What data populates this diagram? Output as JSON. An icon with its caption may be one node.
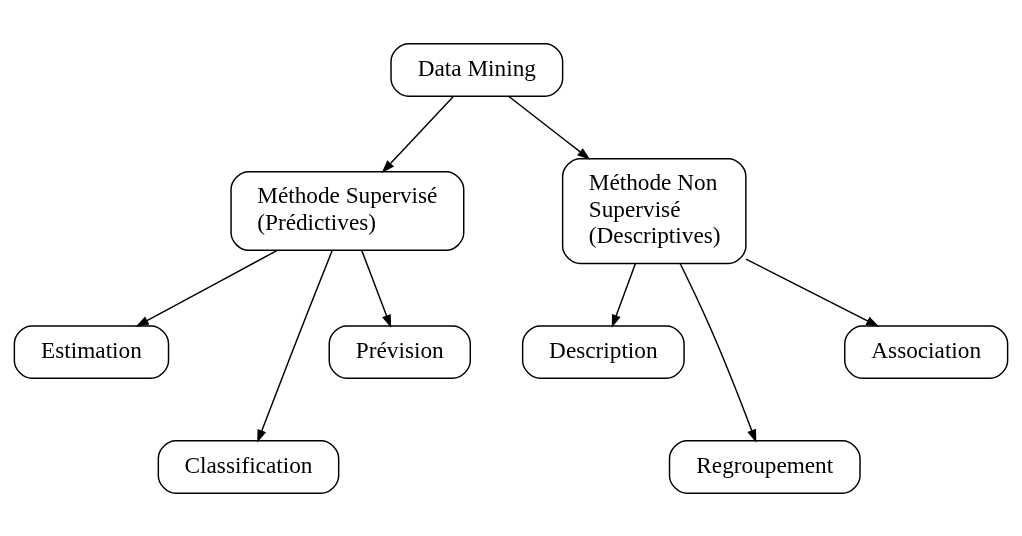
{
  "diagram": {
    "nodes": [
      {
        "text": [
          "Data Mining"
        ]
      },
      {
        "text": [
          "Méthode Supervisé (Prédictives)"
        ]
      },
      {
        "text": [
          "Méthode Non Supervisé (Descriptives)"
        ]
      },
      {
        "text": [
          "Estimation"
        ]
      },
      {
        "text": [
          "Classification"
        ]
      },
      {
        "text": [
          "Prévision"
        ]
      },
      {
        "text": [
          "Description"
        ]
      },
      {
        "text": [
          "Regroupement"
        ]
      },
      {
        "text": [
          "Association"
        ]
      }
    ],
    "edges": [
      {
        "from": 0,
        "to": 1,
        "arrow": "to"
      },
      {
        "from": 0,
        "to": 2,
        "arrow": "to"
      },
      {
        "from": 1,
        "to": 3,
        "arrow": "to"
      },
      {
        "from": 1,
        "to": 4,
        "arrow": "to"
      },
      {
        "from": 1,
        "to": 5,
        "arrow": "to"
      },
      {
        "from": 2,
        "to": 6,
        "arrow": "to"
      },
      {
        "from": 2,
        "to": 7,
        "arrow": "to"
      },
      {
        "from": 2,
        "to": 8,
        "arrow": "to"
      }
    ]
  }
}
